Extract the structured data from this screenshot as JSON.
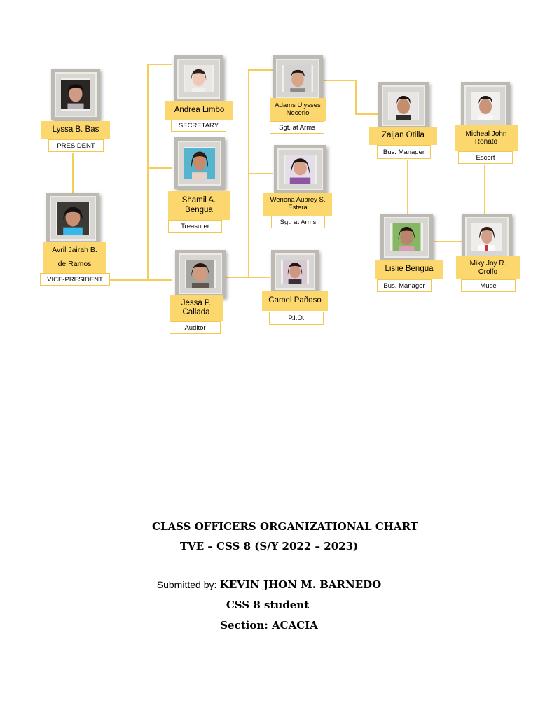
{
  "officers": {
    "lyssa": {
      "name": "Lyssa B. Bas",
      "role": "PRESIDENT"
    },
    "avril": {
      "name_line1": "Avril Jairah B.",
      "name_line2": "de Ramos",
      "role": "VICE-PRESIDENT"
    },
    "andrea": {
      "name": "Andrea Limbo",
      "role": "SECRETARY"
    },
    "shamil": {
      "name_line1": "Shamil A.",
      "name_line2": "Bengua",
      "role": "Treasurer"
    },
    "jessa": {
      "name_line1": "Jessa P.",
      "name_line2": "Callada",
      "role": "Auditor"
    },
    "adams": {
      "name_line1": "Adams Ulysses",
      "name_line2": "Necerio",
      "role": "Sgt. at Arms"
    },
    "wenona": {
      "name_line1": "Wenona Aubrey S.",
      "name_line2": "Estera",
      "role": "Sgt. at Arms"
    },
    "camel": {
      "name": "Camel Pañoso",
      "role": "P.I.O."
    },
    "zaijan": {
      "name": "Zaijan Otilla",
      "role": "Bus. Manager"
    },
    "micheal": {
      "name_line1": "Micheal John",
      "name_line2": "Ronato",
      "role": "Escort"
    },
    "lislie": {
      "name": "Lislie Bengua",
      "role": "Bus. Manager"
    },
    "miky": {
      "name_line1": "Miky Joy R.",
      "name_line2": "Orolfo",
      "role": "Muse"
    }
  },
  "footer": {
    "title": "CLASS OFFICERS ORGANIZATIONAL CHART",
    "subtitle": "TVE – CSS 8 (S/Y 2022 – 2023)",
    "submitted_label": "Submitted by:",
    "submitted_name": "KEVIN JHON M. BARNEDO",
    "student_line": "CSS 8 student",
    "section_line": "Section: ACACIA"
  },
  "colors": {
    "accent": "#fcd76e",
    "connector": "#f6cc5a",
    "frame": "#bdbab4"
  }
}
